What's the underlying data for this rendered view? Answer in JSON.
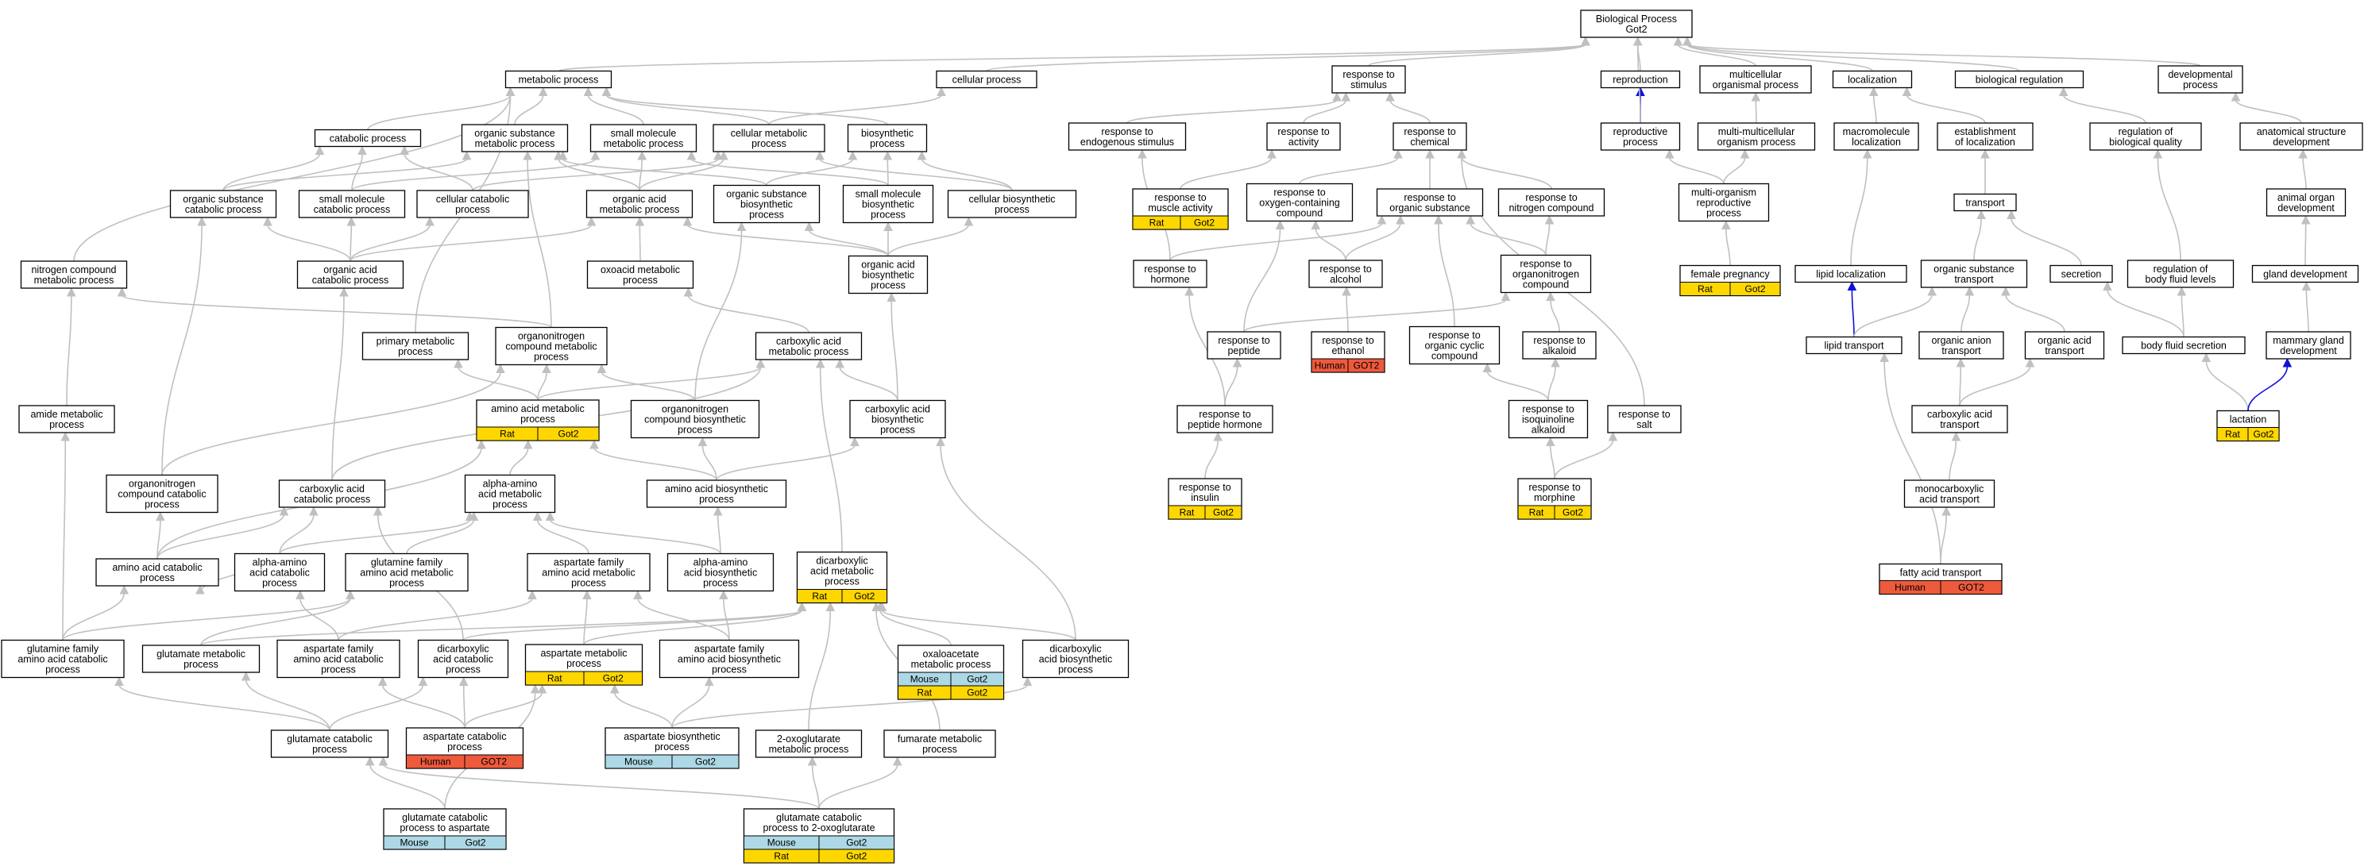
{
  "colors": {
    "rat": "#ffd700",
    "mouse": "#add8e6",
    "human": "#ee5a3c",
    "edge": "#c0c0c0",
    "edge_highlight": "#1010d8"
  },
  "nodes": [
    {
      "id": "bp",
      "lines": [
        "Biological Process",
        "Got2"
      ]
    },
    {
      "id": "metabolic",
      "lines": [
        "metabolic process"
      ]
    },
    {
      "id": "cellular",
      "lines": [
        "cellular process"
      ]
    },
    {
      "id": "resp_stim",
      "lines": [
        "response to",
        "stimulus"
      ]
    },
    {
      "id": "reproduction",
      "lines": [
        "reproduction"
      ]
    },
    {
      "id": "multicell",
      "lines": [
        "multicellular",
        "organismal process"
      ]
    },
    {
      "id": "localization",
      "lines": [
        "localization"
      ]
    },
    {
      "id": "bioreg",
      "lines": [
        "biological regulation"
      ]
    },
    {
      "id": "devproc",
      "lines": [
        "developmental",
        "process"
      ]
    },
    {
      "id": "catabolic",
      "lines": [
        "catabolic process"
      ]
    },
    {
      "id": "orgsub_met",
      "lines": [
        "organic substance",
        "metabolic process"
      ]
    },
    {
      "id": "smallmol_met",
      "lines": [
        "small molecule",
        "metabolic process"
      ]
    },
    {
      "id": "cell_met",
      "lines": [
        "cellular metabolic",
        "process"
      ]
    },
    {
      "id": "biosyn",
      "lines": [
        "biosynthetic",
        "process"
      ]
    },
    {
      "id": "orgsub_cat",
      "lines": [
        "organic substance",
        "catabolic process"
      ]
    },
    {
      "id": "smallmol_cat",
      "lines": [
        "small molecule",
        "catabolic process"
      ]
    },
    {
      "id": "cell_cat",
      "lines": [
        "cellular catabolic",
        "process"
      ]
    },
    {
      "id": "orgacid_met",
      "lines": [
        "organic acid",
        "metabolic process"
      ]
    },
    {
      "id": "orgsub_bios",
      "lines": [
        "organic substance",
        "biosynthetic",
        "process"
      ]
    },
    {
      "id": "smallmol_bios",
      "lines": [
        "small molecule",
        "biosynthetic",
        "process"
      ]
    },
    {
      "id": "cell_bios",
      "lines": [
        "cellular biosynthetic",
        "process"
      ]
    },
    {
      "id": "nitro_met",
      "lines": [
        "nitrogen compound",
        "metabolic process"
      ]
    },
    {
      "id": "orgacid_cat",
      "lines": [
        "organic acid",
        "catabolic process"
      ]
    },
    {
      "id": "oxoacid_met",
      "lines": [
        "oxoacid metabolic",
        "process"
      ]
    },
    {
      "id": "orgacid_bios",
      "lines": [
        "organic acid",
        "biosynthetic",
        "process"
      ]
    },
    {
      "id": "primary_met",
      "lines": [
        "primary metabolic",
        "process"
      ]
    },
    {
      "id": "orgnitro_met",
      "lines": [
        "organonitrogen",
        "compound metabolic",
        "process"
      ]
    },
    {
      "id": "carbox_met",
      "lines": [
        "carboxylic acid",
        "metabolic process"
      ]
    },
    {
      "id": "amide_met",
      "lines": [
        "amide metabolic",
        "process"
      ]
    },
    {
      "id": "aa_met",
      "lines": [
        "amino acid metabolic",
        "process"
      ],
      "badges": [
        [
          "Rat",
          "Got2"
        ]
      ]
    },
    {
      "id": "orgnitro_bios",
      "lines": [
        "organonitrogen",
        "compound biosynthetic",
        "process"
      ]
    },
    {
      "id": "carbox_bios",
      "lines": [
        "carboxylic acid",
        "biosynthetic",
        "process"
      ]
    },
    {
      "id": "orgnitro_cat",
      "lines": [
        "organonitrogen",
        "compound catabolic",
        "process"
      ]
    },
    {
      "id": "carbox_cat",
      "lines": [
        "carboxylic acid",
        "catabolic process"
      ]
    },
    {
      "id": "alpha_aa_met",
      "lines": [
        "alpha-amino",
        "acid metabolic",
        "process"
      ]
    },
    {
      "id": "aa_bios",
      "lines": [
        "amino acid biosynthetic",
        "process"
      ]
    },
    {
      "id": "aa_cat",
      "lines": [
        "amino acid catabolic",
        "process"
      ]
    },
    {
      "id": "alpha_aa_cat",
      "lines": [
        "alpha-amino",
        "acid catabolic",
        "process"
      ]
    },
    {
      "id": "glutfam_met",
      "lines": [
        "glutamine family",
        "amino acid metabolic",
        "process"
      ]
    },
    {
      "id": "aspfam_met",
      "lines": [
        "aspartate family",
        "amino acid metabolic",
        "process"
      ]
    },
    {
      "id": "alpha_aa_bios",
      "lines": [
        "alpha-amino",
        "acid biosynthetic",
        "process"
      ]
    },
    {
      "id": "dicarb_met",
      "lines": [
        "dicarboxylic",
        "acid metabolic",
        "process"
      ],
      "badges": [
        [
          "Rat",
          "Got2"
        ]
      ]
    },
    {
      "id": "glutfam_cat",
      "lines": [
        "glutamine family",
        "amino acid catabolic",
        "process"
      ]
    },
    {
      "id": "glut_met",
      "lines": [
        "glutamate metabolic",
        "process"
      ]
    },
    {
      "id": "aspfam_cat",
      "lines": [
        "aspartate family",
        "amino acid catabolic",
        "process"
      ]
    },
    {
      "id": "dicarb_cat",
      "lines": [
        "dicarboxylic",
        "acid catabolic",
        "process"
      ]
    },
    {
      "id": "asp_met",
      "lines": [
        "aspartate metabolic",
        "process"
      ],
      "badges": [
        [
          "Rat",
          "Got2"
        ]
      ]
    },
    {
      "id": "aspfam_bios",
      "lines": [
        "aspartate family",
        "amino acid biosynthetic",
        "process"
      ]
    },
    {
      "id": "oxal_met",
      "lines": [
        "oxaloacetate",
        "metabolic process"
      ],
      "badges": [
        [
          "Mouse",
          "Got2"
        ],
        [
          "Rat",
          "Got2"
        ]
      ]
    },
    {
      "id": "dicarb_bios",
      "lines": [
        "dicarboxylic",
        "acid biosynthetic",
        "process"
      ]
    },
    {
      "id": "asp_cat",
      "lines": [
        "aspartate catabolic",
        "process"
      ],
      "badges": [
        [
          "Human",
          "GOT2"
        ]
      ]
    },
    {
      "id": "glut_cat",
      "lines": [
        "glutamate catabolic",
        "process"
      ]
    },
    {
      "id": "asp_bios",
      "lines": [
        "aspartate biosynthetic",
        "process"
      ],
      "badges": [
        [
          "Mouse",
          "Got2"
        ]
      ]
    },
    {
      "id": "oxoglut_met",
      "lines": [
        "2-oxoglutarate",
        "metabolic process"
      ]
    },
    {
      "id": "fumarate_met",
      "lines": [
        "fumarate metabolic",
        "process"
      ]
    },
    {
      "id": "glut_cat_asp",
      "lines": [
        "glutamate catabolic",
        "process to aspartate"
      ],
      "badges": [
        [
          "Mouse",
          "Got2"
        ]
      ]
    },
    {
      "id": "glut_cat_oxo",
      "lines": [
        "glutamate catabolic",
        "process to 2-oxoglutarate"
      ],
      "badges": [
        [
          "Mouse",
          "Got2"
        ],
        [
          "Rat",
          "Got2"
        ]
      ]
    },
    {
      "id": "resp_endo",
      "lines": [
        "response to",
        "endogenous stimulus"
      ]
    },
    {
      "id": "resp_activity",
      "lines": [
        "response to",
        "activity"
      ]
    },
    {
      "id": "resp_chem",
      "lines": [
        "response to",
        "chemical"
      ]
    },
    {
      "id": "resp_muscle",
      "lines": [
        "response to",
        "muscle activity"
      ],
      "badges": [
        [
          "Rat",
          "Got2"
        ]
      ]
    },
    {
      "id": "resp_oxy",
      "lines": [
        "response to",
        "oxygen-containing",
        "compound"
      ]
    },
    {
      "id": "resp_orgsub",
      "lines": [
        "response to",
        "organic substance"
      ]
    },
    {
      "id": "resp_nitro",
      "lines": [
        "response to",
        "nitrogen compound"
      ]
    },
    {
      "id": "resp_hormone",
      "lines": [
        "response to",
        "hormone"
      ]
    },
    {
      "id": "resp_alcohol",
      "lines": [
        "response to",
        "alcohol"
      ]
    },
    {
      "id": "resp_orgnitro",
      "lines": [
        "response to",
        "organonitrogen",
        "compound"
      ]
    },
    {
      "id": "resp_peptide",
      "lines": [
        "response to",
        "peptide"
      ]
    },
    {
      "id": "resp_ethanol",
      "lines": [
        "response to",
        "ethanol"
      ],
      "badges": [
        [
          "Human",
          "GOT2"
        ]
      ]
    },
    {
      "id": "resp_orgcyc",
      "lines": [
        "response to",
        "organic cyclic",
        "compound"
      ]
    },
    {
      "id": "resp_alkaloid",
      "lines": [
        "response to",
        "alkaloid"
      ]
    },
    {
      "id": "resp_pephorm",
      "lines": [
        "response to",
        "peptide hormone"
      ]
    },
    {
      "id": "resp_isoq",
      "lines": [
        "response to",
        "isoquinoline",
        "alkaloid"
      ]
    },
    {
      "id": "resp_salt",
      "lines": [
        "response to",
        "salt"
      ]
    },
    {
      "id": "resp_insulin",
      "lines": [
        "response to",
        "insulin"
      ],
      "badges": [
        [
          "Rat",
          "Got2"
        ]
      ]
    },
    {
      "id": "resp_morphine",
      "lines": [
        "response to",
        "morphine"
      ],
      "badges": [
        [
          "Rat",
          "Got2"
        ]
      ]
    },
    {
      "id": "repro_proc",
      "lines": [
        "reproductive",
        "process"
      ]
    },
    {
      "id": "multi_multi",
      "lines": [
        "multi-multicellular",
        "organism process"
      ]
    },
    {
      "id": "multi_org_repro",
      "lines": [
        "multi-organism",
        "reproductive",
        "process"
      ]
    },
    {
      "id": "female_preg",
      "lines": [
        "female pregnancy"
      ],
      "badges": [
        [
          "Rat",
          "Got2"
        ]
      ]
    },
    {
      "id": "macro_loc",
      "lines": [
        "macromolecule",
        "localization"
      ]
    },
    {
      "id": "estab_loc",
      "lines": [
        "establishment",
        "of localization"
      ]
    },
    {
      "id": "transport",
      "lines": [
        "transport"
      ]
    },
    {
      "id": "lipid_loc",
      "lines": [
        "lipid localization"
      ]
    },
    {
      "id": "orgsub_trans",
      "lines": [
        "organic substance",
        "transport"
      ]
    },
    {
      "id": "secretion",
      "lines": [
        "secretion"
      ]
    },
    {
      "id": "lipid_trans",
      "lines": [
        "lipid transport"
      ]
    },
    {
      "id": "organion_trans",
      "lines": [
        "organic anion",
        "transport"
      ]
    },
    {
      "id": "orgacid_trans",
      "lines": [
        "organic acid",
        "transport"
      ]
    },
    {
      "id": "carbox_trans",
      "lines": [
        "carboxylic acid",
        "transport"
      ]
    },
    {
      "id": "monocarb_trans",
      "lines": [
        "monocarboxylic",
        "acid transport"
      ]
    },
    {
      "id": "fatty_trans",
      "lines": [
        "fatty acid transport"
      ],
      "badges": [
        [
          "Human",
          "GOT2"
        ]
      ]
    },
    {
      "id": "reg_bioqual",
      "lines": [
        "regulation of",
        "biological quality"
      ]
    },
    {
      "id": "reg_bodyfluid",
      "lines": [
        "regulation of",
        "body fluid levels"
      ]
    },
    {
      "id": "body_fluid_sec",
      "lines": [
        "body fluid secretion"
      ]
    },
    {
      "id": "anat_dev",
      "lines": [
        "anatomical structure",
        "development"
      ]
    },
    {
      "id": "animal_organ",
      "lines": [
        "animal organ",
        "development"
      ]
    },
    {
      "id": "gland_dev",
      "lines": [
        "gland development"
      ]
    },
    {
      "id": "mammary_dev",
      "lines": [
        "mammary gland",
        "development"
      ]
    },
    {
      "id": "lactation",
      "lines": [
        "lactation"
      ],
      "badges": [
        [
          "Rat",
          "Got2"
        ]
      ]
    }
  ]
}
